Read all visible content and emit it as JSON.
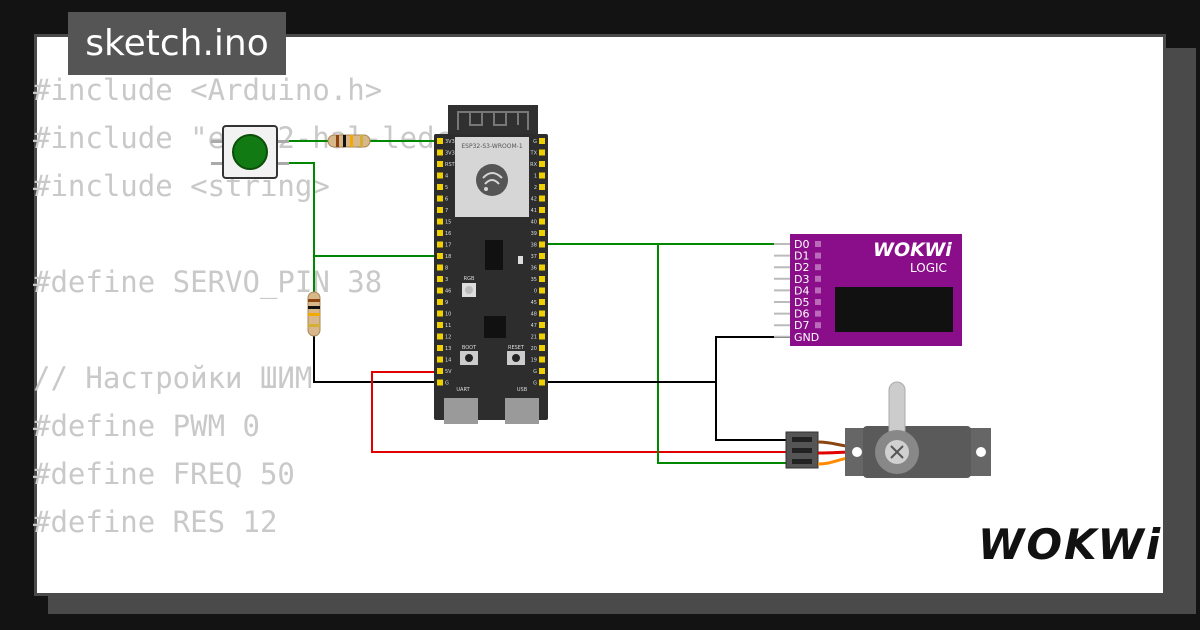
{
  "file_tab": {
    "label": "sketch.ino"
  },
  "code_lines": [
    "#include <Arduino.h>",
    "#include \"esp32-hal-ledc.h\"",
    "#include <string>",
    "",
    "#define SERVO_PIN 38",
    "",
    "// Настройки ШИМ",
    "#define PWM 0",
    "#define FREQ 50",
    "#define RES 12"
  ],
  "board": {
    "module_label": "ESP32-S3-WROOM-1",
    "left_pins": [
      "3V3",
      "3V3",
      "RST",
      "4",
      "5",
      "6",
      "7",
      "15",
      "16",
      "17",
      "18",
      "8",
      "3",
      "46",
      "9",
      "10",
      "11",
      "12",
      "13",
      "14",
      "5V",
      "G"
    ],
    "right_pins": [
      "G",
      "TX",
      "RX",
      "1",
      "2",
      "42",
      "41",
      "40",
      "39",
      "38",
      "37",
      "36",
      "35",
      "0",
      "45",
      "48",
      "47",
      "21",
      "20",
      "19",
      "G",
      "G"
    ],
    "rgb_label": "RGB",
    "boot_label": "BOOT",
    "reset_label": "RESET",
    "uart_label": "UART",
    "usb_label": "USB"
  },
  "logic_analyzer": {
    "brand": "WOKWi",
    "subtitle": "LOGIC",
    "channels": [
      "D0",
      "D1",
      "D2",
      "D3",
      "D4",
      "D5",
      "D6",
      "D7",
      "GND"
    ]
  },
  "brand_logo": "WOKWi",
  "colors": {
    "wire_green": "#008800",
    "wire_red": "#e00000",
    "wire_black": "#000000",
    "analyzer_purple": "#8a0e8a",
    "board_dark": "#2d2d2d"
  }
}
